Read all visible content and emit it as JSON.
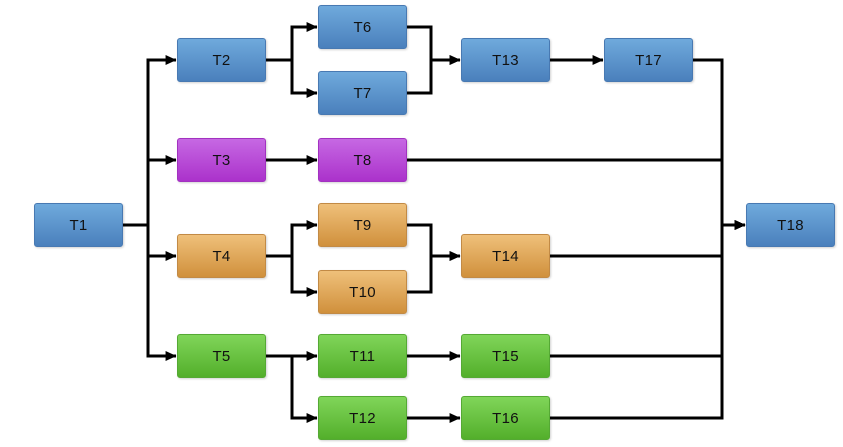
{
  "diagram": {
    "type": "flowchart",
    "background": "#ffffff",
    "edge_color": "#000000",
    "palette": {
      "blue": {
        "top": "#6FAADC",
        "bottom": "#4A80BC",
        "border": "#4879B2"
      },
      "purple": {
        "top": "#C668E3",
        "bottom": "#AB32CB",
        "border": "#A232C0"
      },
      "orange": {
        "top": "#EFC07A",
        "bottom": "#D0903C",
        "border": "#C28A45"
      },
      "green": {
        "top": "#80D559",
        "bottom": "#53AF2B",
        "border": "#55A934"
      }
    },
    "nodes": [
      {
        "id": "T1",
        "label": "T1",
        "color": "blue"
      },
      {
        "id": "T2",
        "label": "T2",
        "color": "blue"
      },
      {
        "id": "T3",
        "label": "T3",
        "color": "purple"
      },
      {
        "id": "T4",
        "label": "T4",
        "color": "orange"
      },
      {
        "id": "T5",
        "label": "T5",
        "color": "green"
      },
      {
        "id": "T6",
        "label": "T6",
        "color": "blue"
      },
      {
        "id": "T7",
        "label": "T7",
        "color": "blue"
      },
      {
        "id": "T8",
        "label": "T8",
        "color": "purple"
      },
      {
        "id": "T9",
        "label": "T9",
        "color": "orange"
      },
      {
        "id": "T10",
        "label": "T10",
        "color": "orange"
      },
      {
        "id": "T11",
        "label": "T11",
        "color": "green"
      },
      {
        "id": "T12",
        "label": "T12",
        "color": "green"
      },
      {
        "id": "T13",
        "label": "T13",
        "color": "blue"
      },
      {
        "id": "T14",
        "label": "T14",
        "color": "orange"
      },
      {
        "id": "T15",
        "label": "T15",
        "color": "green"
      },
      {
        "id": "T16",
        "label": "T16",
        "color": "green"
      },
      {
        "id": "T17",
        "label": "T17",
        "color": "blue"
      },
      {
        "id": "T18",
        "label": "T18",
        "color": "blue"
      }
    ],
    "edges": [
      [
        "T1",
        "T2"
      ],
      [
        "T1",
        "T3"
      ],
      [
        "T1",
        "T4"
      ],
      [
        "T1",
        "T5"
      ],
      [
        "T2",
        "T6"
      ],
      [
        "T2",
        "T7"
      ],
      [
        "T3",
        "T8"
      ],
      [
        "T4",
        "T9"
      ],
      [
        "T4",
        "T10"
      ],
      [
        "T5",
        "T11"
      ],
      [
        "T5",
        "T12"
      ],
      [
        "T6",
        "T13"
      ],
      [
        "T7",
        "T13"
      ],
      [
        "T9",
        "T14"
      ],
      [
        "T10",
        "T14"
      ],
      [
        "T11",
        "T15"
      ],
      [
        "T12",
        "T16"
      ],
      [
        "T13",
        "T17"
      ],
      [
        "T8",
        "T18"
      ],
      [
        "T14",
        "T18"
      ],
      [
        "T15",
        "T18"
      ],
      [
        "T16",
        "T18"
      ],
      [
        "T17",
        "T18"
      ]
    ]
  }
}
